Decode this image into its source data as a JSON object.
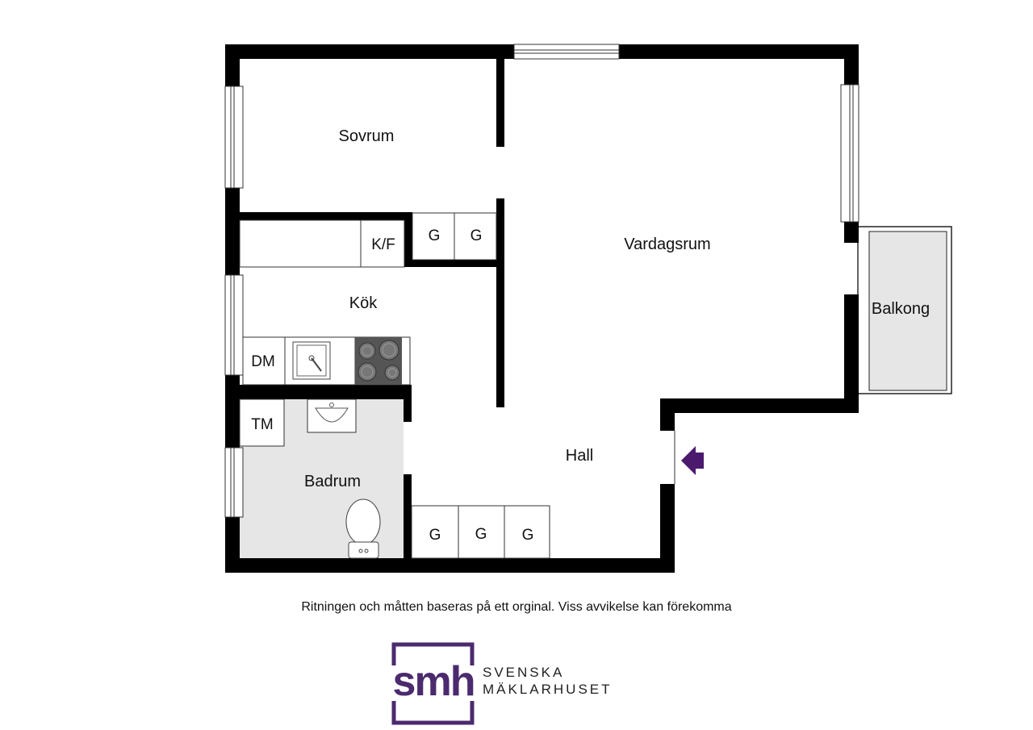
{
  "rooms": {
    "sovrum": "Sovrum",
    "vardagsrum": "Vardagsrum",
    "kok": "Kök",
    "balkong": "Balkong",
    "hall": "Hall",
    "badrum": "Badrum"
  },
  "fixtures": {
    "kf": "K/F",
    "dm": "DM",
    "tm": "TM",
    "g": "G"
  },
  "disclaimer": "Ritningen och måtten baseras på ett orginal. Viss avvikelse kan förekomma",
  "logo": {
    "mark": "smh",
    "line1": "SVENSKA",
    "line2": "MÄKLARHUSET",
    "color": "#4b2a6e"
  },
  "colors": {
    "wall": "#000000",
    "wet_floor": "#e6e6e6",
    "entrance_arrow": "#4b1a6e"
  },
  "icons": {
    "entrance": "entrance-arrow-icon",
    "sink": "kitchen-sink-icon",
    "stove": "stove-icon",
    "basin": "wash-basin-icon",
    "toilet": "toilet-icon"
  }
}
